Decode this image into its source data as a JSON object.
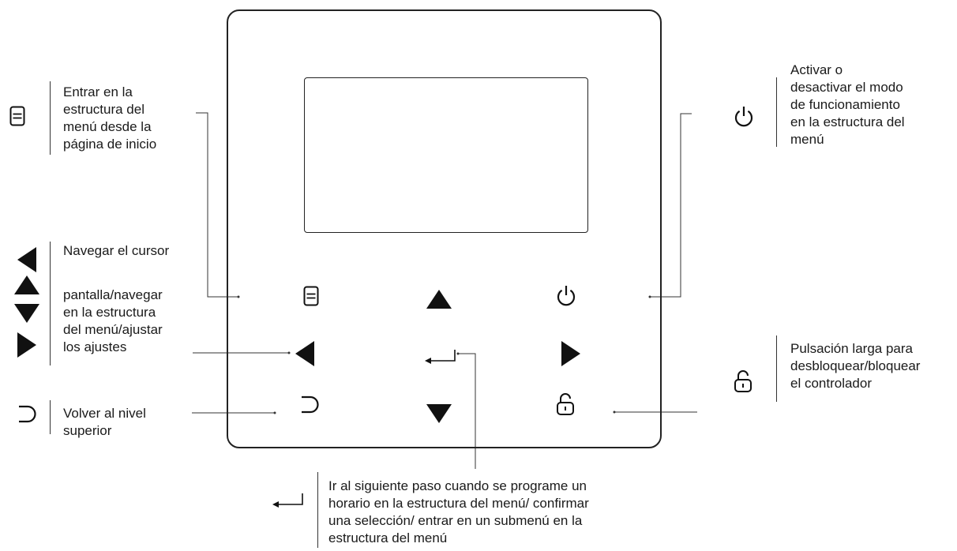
{
  "annotations": {
    "menu": "Entrar en la\nestructura del\nmenú desde la\npágina de inicio",
    "power": "Activar o\ndesactivar el modo\nde funcionamiento\nen la estructura del\nmenú",
    "nav_title": "Navegar el cursor",
    "nav_body": "pantalla/navegar\nen la estructura\ndel menú/ajustar\nlos ajustes",
    "unlock": "Pulsación larga para\ndesbloquear/bloquear\nel controlador",
    "back": "Volver al nivel\nsuperior",
    "enter": "Ir al siguiente paso cuando se programe un\nhorario en la estructura del menú/ confirmar\nuna selección/ entrar en un submenú en la\nestructura del menú"
  },
  "icons": {
    "menu": "menu-icon",
    "power": "power-icon",
    "left": "left-arrow-icon",
    "up": "up-arrow-icon",
    "down": "down-arrow-icon",
    "right": "right-arrow-icon",
    "back": "back-icon",
    "enter": "enter-icon",
    "unlock": "unlock-icon"
  },
  "colors": {
    "line": "#333333",
    "icon": "#111111"
  }
}
